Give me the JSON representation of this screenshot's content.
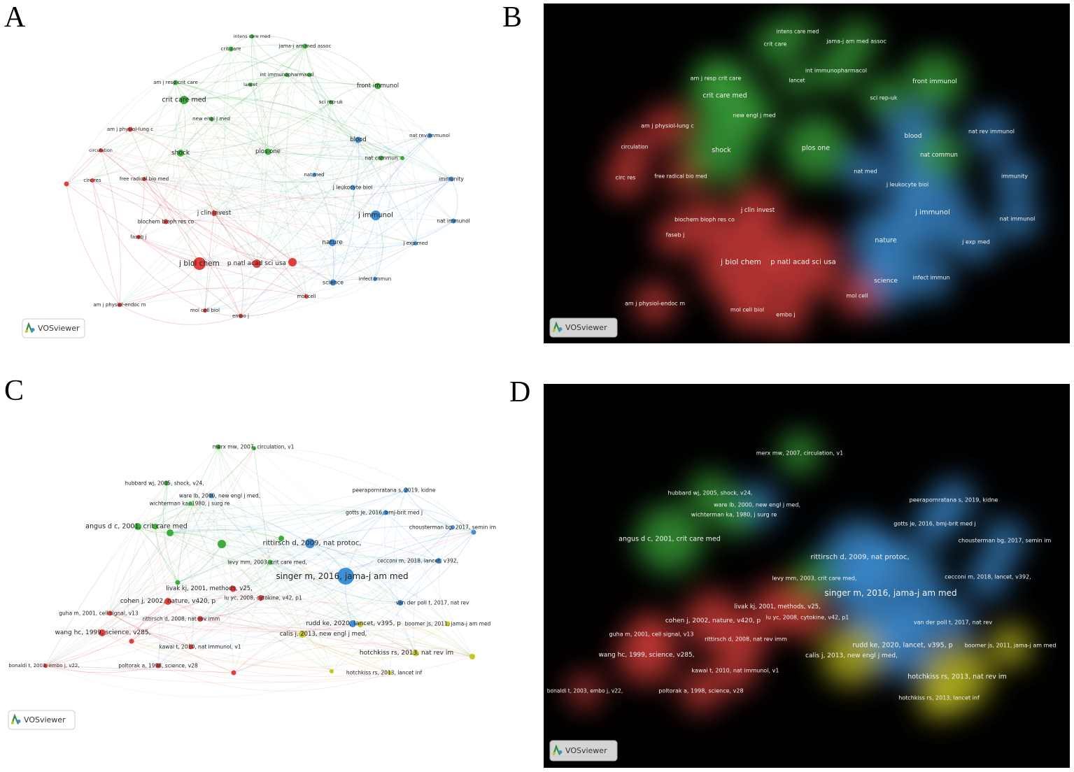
{
  "cluster_colors": {
    "red": "#e0403c",
    "green": "#3cac3c",
    "blue": "#3f8fd6",
    "yellow": "#c9c522"
  },
  "logo_text": "VOSviewer",
  "panels": [
    {
      "letter": "A",
      "view": "network",
      "map": "journal_map"
    },
    {
      "letter": "B",
      "view": "density",
      "map": "journal_map"
    },
    {
      "letter": "C",
      "view": "network",
      "map": "reference_map"
    },
    {
      "letter": "D",
      "view": "density",
      "map": "reference_map"
    }
  ],
  "journal_map": {
    "nodes": [
      {
        "label": "intens care med",
        "cluster": "green"
      },
      {
        "label": "crit care",
        "cluster": "green"
      },
      {
        "label": "jama-j am med assoc",
        "cluster": "green"
      },
      {
        "label": "int immunopharmacol",
        "cluster": "green"
      },
      {
        "label": "am j resp crit care",
        "cluster": "green"
      },
      {
        "label": "lancet",
        "cluster": "green"
      },
      {
        "label": "front immunol",
        "cluster": "green"
      },
      {
        "label": "crit care med",
        "cluster": "green"
      },
      {
        "label": "sci rep-uk",
        "cluster": "green"
      },
      {
        "label": "new engl j med",
        "cluster": "green"
      },
      {
        "label": "am j physiol-lung c",
        "cluster": "red"
      },
      {
        "label": "blood",
        "cluster": "blue"
      },
      {
        "label": "nat rev immunol",
        "cluster": "blue"
      },
      {
        "label": "circulation",
        "cluster": "red"
      },
      {
        "label": "shock",
        "cluster": "green"
      },
      {
        "label": "plos one",
        "cluster": "green"
      },
      {
        "label": "nat commun",
        "cluster": "green"
      },
      {
        "label": "nat med",
        "cluster": "blue"
      },
      {
        "label": "circ res",
        "cluster": "red"
      },
      {
        "label": "free radical bio med",
        "cluster": "red"
      },
      {
        "label": "immunity",
        "cluster": "blue"
      },
      {
        "label": "j leukocyte biol",
        "cluster": "blue"
      },
      {
        "label": "j clin invest",
        "cluster": "red"
      },
      {
        "label": "j immunol",
        "cluster": "blue"
      },
      {
        "label": "biochem bioph res co",
        "cluster": "red"
      },
      {
        "label": "nat immunol",
        "cluster": "blue"
      },
      {
        "label": "faseb j",
        "cluster": "red"
      },
      {
        "label": "nature",
        "cluster": "blue"
      },
      {
        "label": "j exp med",
        "cluster": "blue"
      },
      {
        "label": "j biol chem",
        "cluster": "red"
      },
      {
        "label": "p natl acad sci usa",
        "cluster": "red"
      },
      {
        "label": "science",
        "cluster": "blue"
      },
      {
        "label": "infect immun",
        "cluster": "blue"
      },
      {
        "label": "am j physiol-endoc m",
        "cluster": "red"
      },
      {
        "label": "mol cell",
        "cluster": "red"
      },
      {
        "label": "mol cell biol",
        "cluster": "red"
      },
      {
        "label": "embo j",
        "cluster": "red"
      }
    ]
  },
  "reference_map": {
    "nodes": [
      {
        "label": "merx mw, 2007, circulation, v1",
        "cluster": "green"
      },
      {
        "label": "hubbard wj, 2005, shock, v24,",
        "cluster": "green"
      },
      {
        "label": "ware lb, 2000, new engl j med,",
        "cluster": "blue"
      },
      {
        "label": "wichterman ka, 1980, j surg re",
        "cluster": "green"
      },
      {
        "label": "peerapornratana s, 2019, kidne",
        "cluster": "blue"
      },
      {
        "label": "angus d c, 2001, crit care med",
        "cluster": "green"
      },
      {
        "label": "gotts je, 2016, bmj-brit med j",
        "cluster": "blue"
      },
      {
        "label": "chousterman bg, 2017, semin im",
        "cluster": "blue"
      },
      {
        "label": "rittirsch d, 2009, nat protoc,",
        "cluster": "blue"
      },
      {
        "label": "levy mm, 2003, crit care med,",
        "cluster": "green"
      },
      {
        "label": "cecconi m, 2018, lancet, v392,",
        "cluster": "blue"
      },
      {
        "label": "singer m, 2016, jama-j am med",
        "cluster": "blue"
      },
      {
        "label": "livak kj, 2001, methods, v25,",
        "cluster": "red"
      },
      {
        "label": "cohen j, 2002, nature, v420, p",
        "cluster": "red"
      },
      {
        "label": "lu yc, 2008, cytokine, v42, p1",
        "cluster": "red"
      },
      {
        "label": "guha m, 2001, cell signal, v13",
        "cluster": "red"
      },
      {
        "label": "van der poll t, 2017, nat rev",
        "cluster": "blue"
      },
      {
        "label": "rittirsch d, 2008, nat rev imm",
        "cluster": "red"
      },
      {
        "label": "rudd ke, 2020, lancet, v395, p",
        "cluster": "blue"
      },
      {
        "label": "boomer js, 2011, jama-j am med",
        "cluster": "yellow"
      },
      {
        "label": "wang hc, 1999, science, v285,",
        "cluster": "red"
      },
      {
        "label": "calis j, 2013, new engl j med,",
        "cluster": "yellow"
      },
      {
        "label": "kawai t, 2010, nat immunol, v1",
        "cluster": "red"
      },
      {
        "label": "hotchkiss rs, 2013, nat rev im",
        "cluster": "yellow"
      },
      {
        "label": "bonaldi t, 2003, embo j, v22,",
        "cluster": "red"
      },
      {
        "label": "poltorak a, 1998, science, v28",
        "cluster": "red"
      },
      {
        "label": "hotchkiss rs, 2013, lancet inf",
        "cluster": "yellow"
      }
    ]
  }
}
